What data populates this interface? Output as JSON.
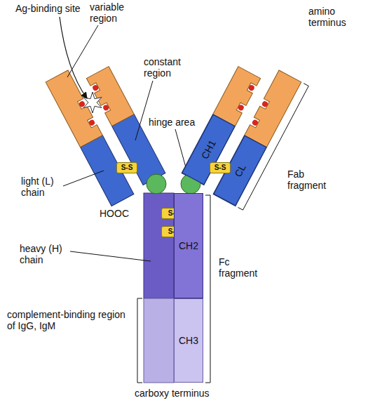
{
  "diagram": {
    "nodes": [
      {
        "text": [
          "CH1"
        ]
      },
      {
        "text": [
          "CL"
        ]
      },
      {
        "text": [
          "S-S"
        ]
      },
      {
        "text": [
          "S-S"
        ]
      },
      {
        "text": [
          "S-S"
        ]
      },
      {
        "text": [
          "S-S"
        ]
      },
      {
        "text": [
          "CH2"
        ]
      },
      {
        "text": [
          "CH3"
        ]
      }
    ],
    "labels": [
      "Ag-binding site",
      "variable region",
      "amino terminus",
      "constant region",
      "hinge area",
      "light (L) chain",
      "HOOC",
      "Fab fragment",
      "heavy (H) chain",
      "Fc fragment",
      "complement-binding region of IgG, IgM",
      "carboxy terminus"
    ]
  }
}
